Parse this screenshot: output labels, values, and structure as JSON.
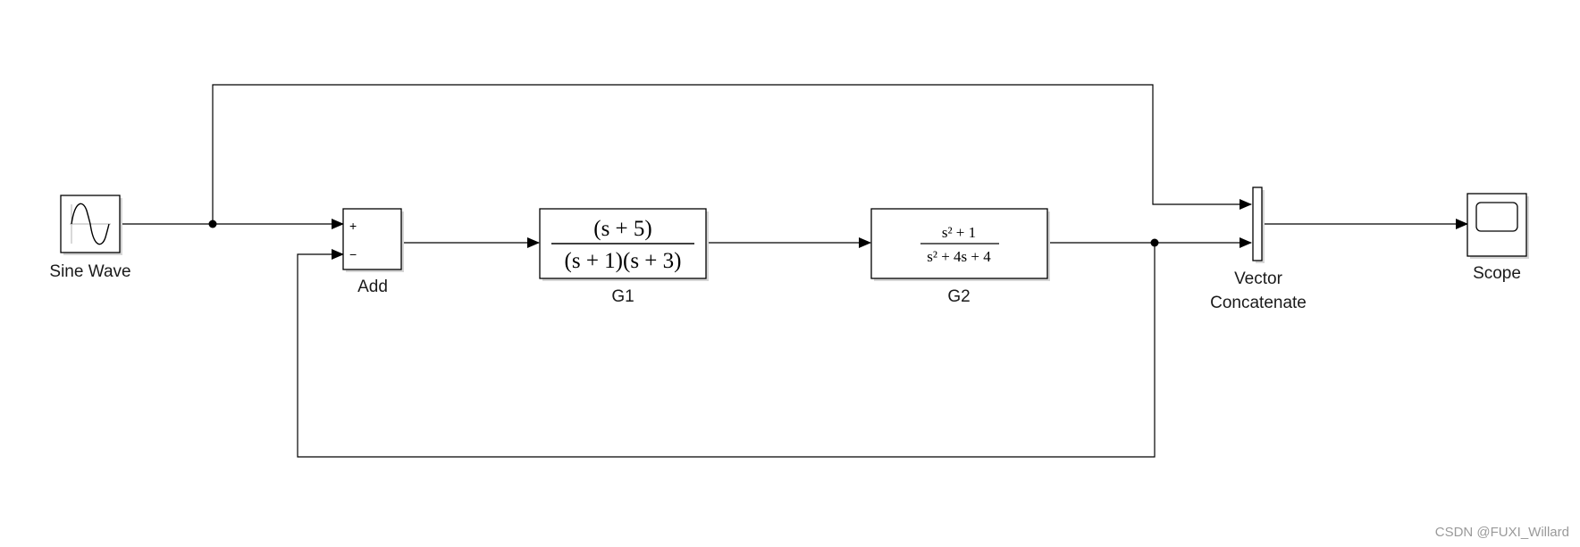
{
  "blocks": {
    "sine_wave": {
      "label": "Sine Wave"
    },
    "add": {
      "label": "Add",
      "sign_plus": "+",
      "sign_minus": "−"
    },
    "g1": {
      "label": "G1",
      "numerator": "(s + 5)",
      "denominator": "(s + 1)(s + 3)"
    },
    "g2": {
      "label": "G2",
      "numerator": "s² + 1",
      "denominator": "s² + 4s + 4"
    },
    "vector_concatenate": {
      "label_line1": "Vector",
      "label_line2": "Concatenate"
    },
    "scope": {
      "label": "Scope"
    }
  },
  "watermark": "CSDN @FUXI_Willard"
}
